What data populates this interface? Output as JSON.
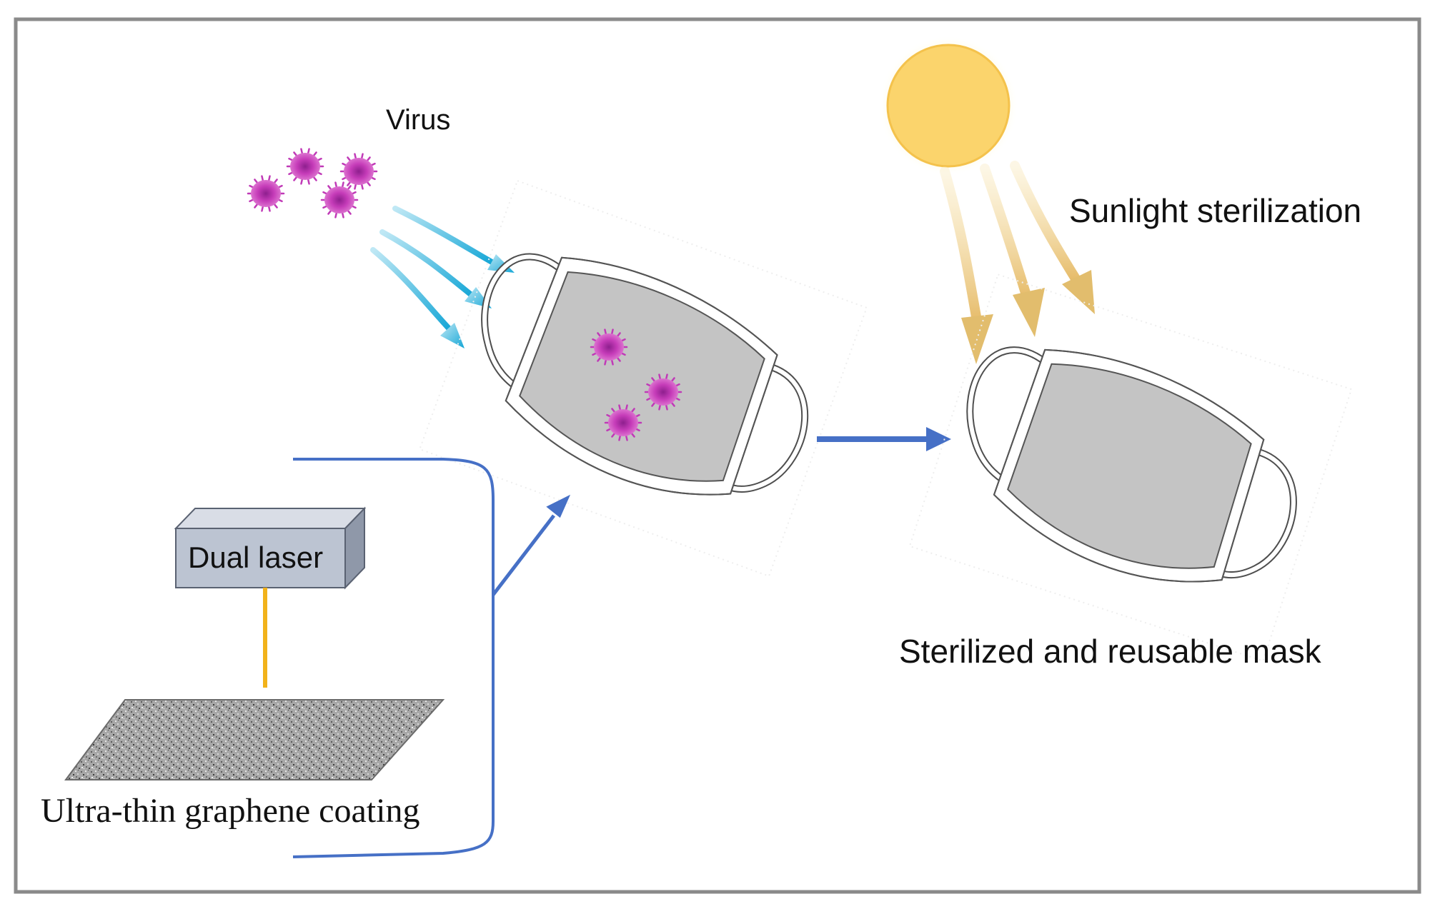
{
  "labels": {
    "virus": "Virus",
    "sunlight": "Sunlight sterilization",
    "laser": "Dual laser",
    "coating": "Ultra-thin graphene coating",
    "result": "Sterilized and reusable mask"
  },
  "colors": {
    "frame": "#8a8a8a",
    "virus": "#c03ab7",
    "virus_center": "#a0269c",
    "airflow": "#1fb0dd",
    "process_arrow": "#4670c6",
    "mask_fill": "#c6c6c6",
    "mask_outline": "#5a5a5a",
    "sun_fill": "#fcd66e",
    "sun_glow": "#fff2a0",
    "sunbeam": "#e9c574",
    "laser_beam": "#f2b21a",
    "laser_box": "#bcc4d2",
    "laser_box_dark": "#8e97a8",
    "graphene": "#8a8a8a"
  },
  "icons": [
    "virus-icon",
    "mask-icon",
    "sun-icon",
    "laser-device-icon",
    "graphene-sheet-icon"
  ]
}
